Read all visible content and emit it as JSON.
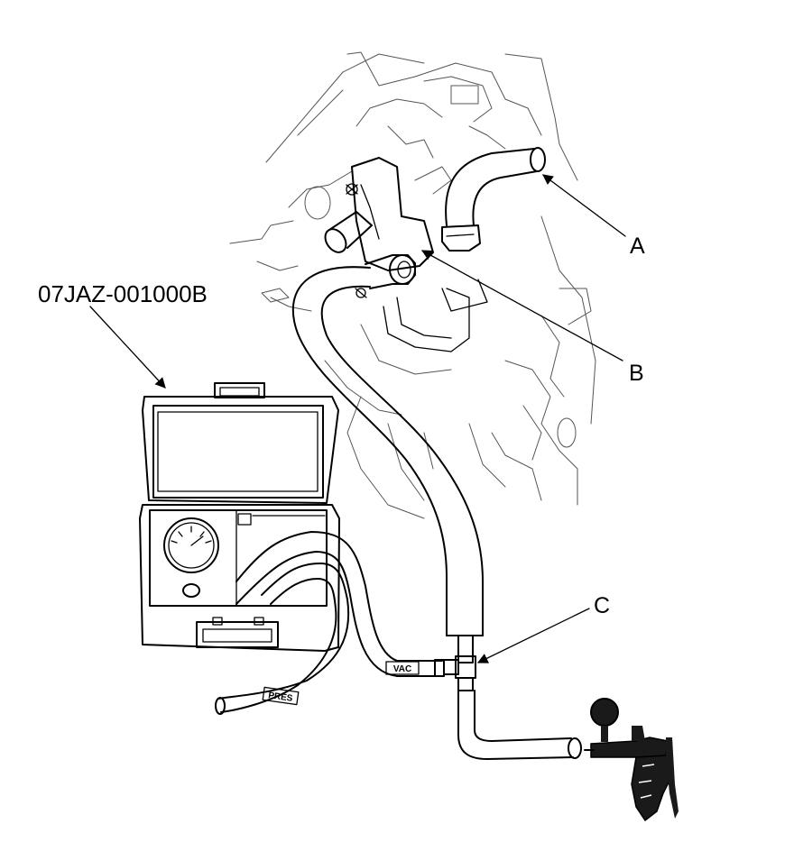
{
  "tool_label": "07JAZ-001000B",
  "callouts": {
    "a": "A",
    "b": "B",
    "c": "C"
  },
  "hose_tags": {
    "vac": "VAC",
    "pres": "PRES"
  },
  "icons": [
    "engine-outline",
    "pressure-gauge-kit",
    "hand-vacuum-pump",
    "t-fitting"
  ],
  "colors": {
    "line": "#000000",
    "background": "#ffffff",
    "fill_dark": "#1a1a1a"
  }
}
